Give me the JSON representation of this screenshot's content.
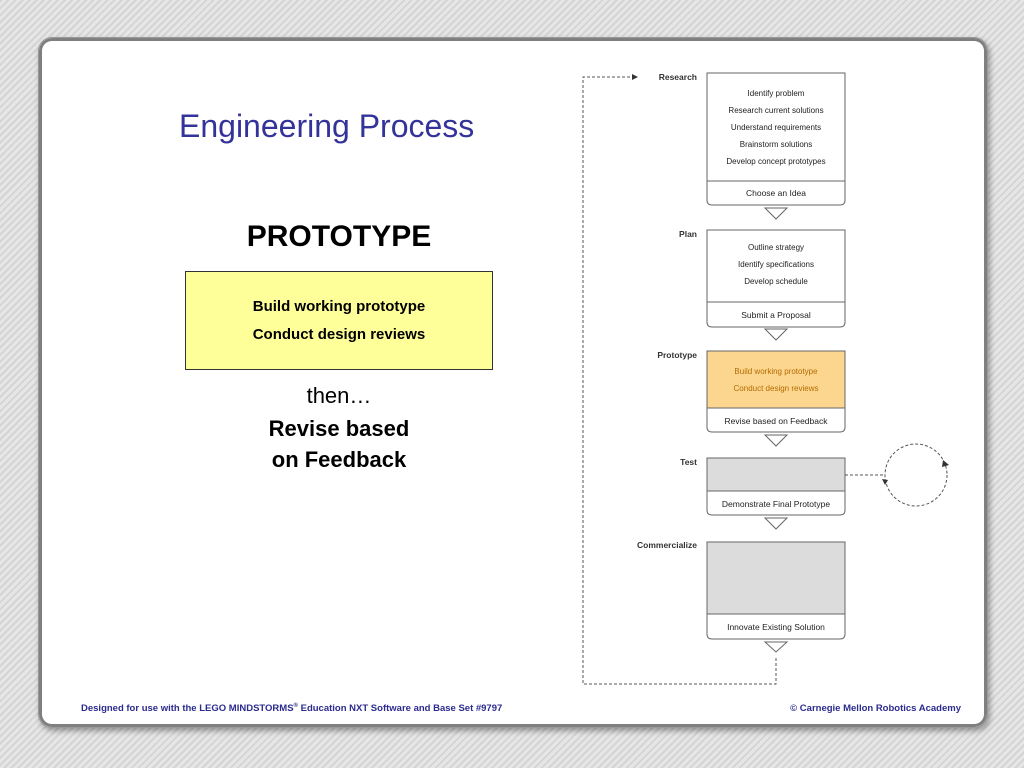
{
  "slide": {
    "title": "Engineering Process",
    "heading": "PROTOTYPE",
    "box_lines": [
      "Build working prototype",
      "Conduct design reviews"
    ],
    "then_text": "then…",
    "revise_lines": [
      "Revise based",
      "on Feedback"
    ]
  },
  "diagram": {
    "stages": [
      {
        "name": "Research",
        "items": [
          "Identify problem",
          "Research current solutions",
          "Understand requirements",
          "Brainstorm solutions",
          "Develop concept prototypes"
        ],
        "outcome": "Choose an Idea",
        "highlight": false
      },
      {
        "name": "Plan",
        "items": [
          "Outline strategy",
          "Identify specifications",
          "Develop schedule"
        ],
        "outcome": "Submit a Proposal",
        "highlight": false
      },
      {
        "name": "Prototype",
        "items": [
          "Build working prototype",
          "Conduct design reviews"
        ],
        "outcome": "Revise based on Feedback",
        "highlight": true
      },
      {
        "name": "Test",
        "items": [],
        "outcome": "Demonstrate Final Prototype",
        "highlight": false
      },
      {
        "name": "Commercialize",
        "items": [],
        "outcome": "Innovate Existing Solution",
        "highlight": false
      }
    ]
  },
  "footer": {
    "left_text": "Designed for use with the LEGO MINDSTORMS",
    "left_reg": "®",
    "left_text_2": " Education NXT Software and Base Set #9797",
    "right_text": "©  Carnegie Mellon Robotics Academy"
  },
  "colors": {
    "title": "#33339a",
    "highlight_fill": "#fcd68f",
    "highlight_text": "#b36b00",
    "yellow_box": "#ffff99",
    "footer": "#2b2b8f"
  }
}
